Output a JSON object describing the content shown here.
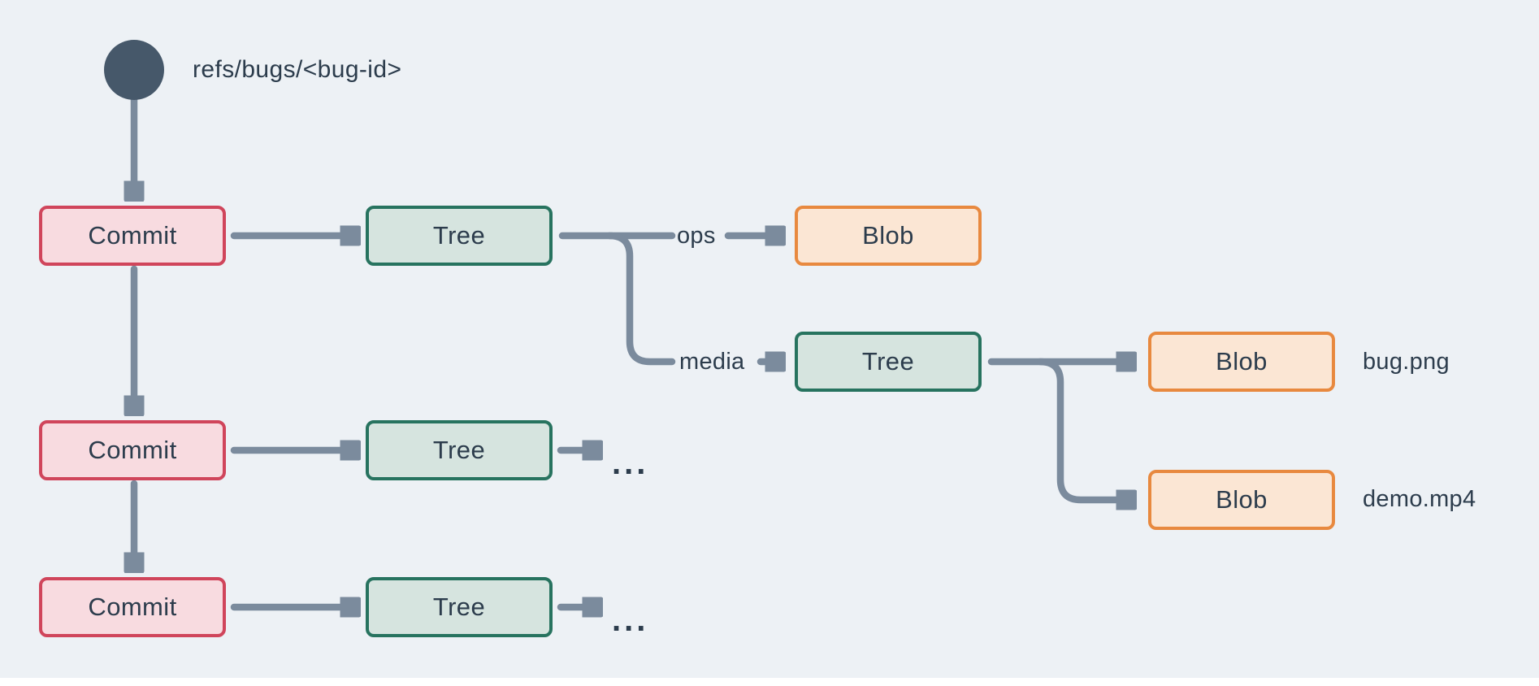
{
  "colors": {
    "background": "#edf1f5",
    "arrow": "#7b8b9d",
    "text": "#2c3c4c",
    "ref_circle": "#46586a",
    "commit_border": "#d0455b",
    "commit_fill": "#f8dbe0",
    "tree_border": "#27735f",
    "tree_fill": "#d6e4df",
    "blob_border": "#e8893f",
    "blob_fill": "#fbe6d4",
    "canvas_strip": "#ffffff"
  },
  "labels": {
    "ref": "refs/bugs/<bug-id>",
    "commit": "Commit",
    "tree": "Tree",
    "blob": "Blob",
    "edge_ops": "ops",
    "edge_media": "media",
    "file_bug": "bug.png",
    "file_demo": "demo.mp4",
    "ellipsis": "..."
  }
}
